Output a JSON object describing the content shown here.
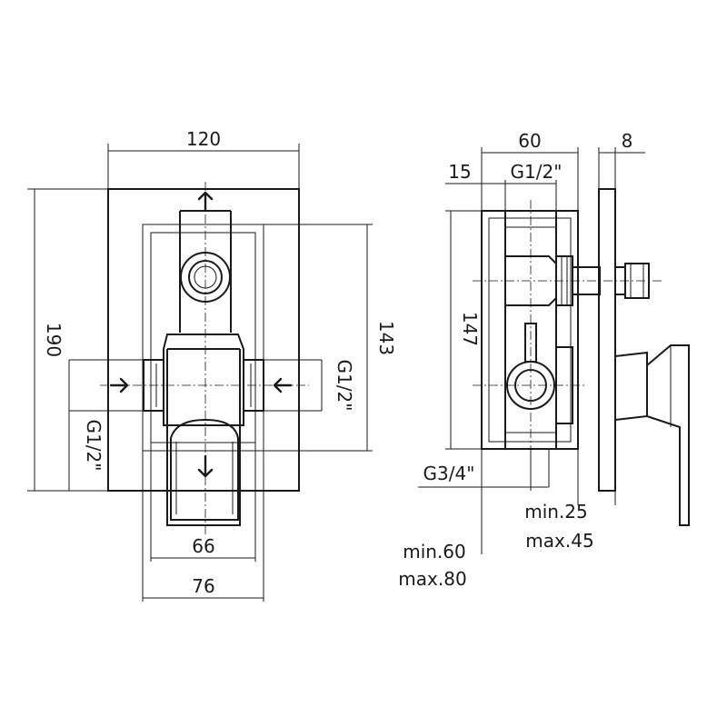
{
  "front_view": {
    "dim_width_plate": "120",
    "dim_height_plate": "190",
    "dim_height_box": "143",
    "dim_inner_width": "66",
    "dim_outer_width": "76",
    "inlet_left": "G1/2\"",
    "inlet_right": "G1/2\""
  },
  "side_view": {
    "dim_depth": "60",
    "dim_plate_thickness": "8",
    "dim_offset": "15",
    "top_connection": "G1/2\"",
    "dim_height": "147",
    "bottom_connection": "G3/4\"",
    "wall_min": "min.25",
    "wall_max": "max.45",
    "embed_min": "min.60",
    "embed_max": "max.80"
  }
}
